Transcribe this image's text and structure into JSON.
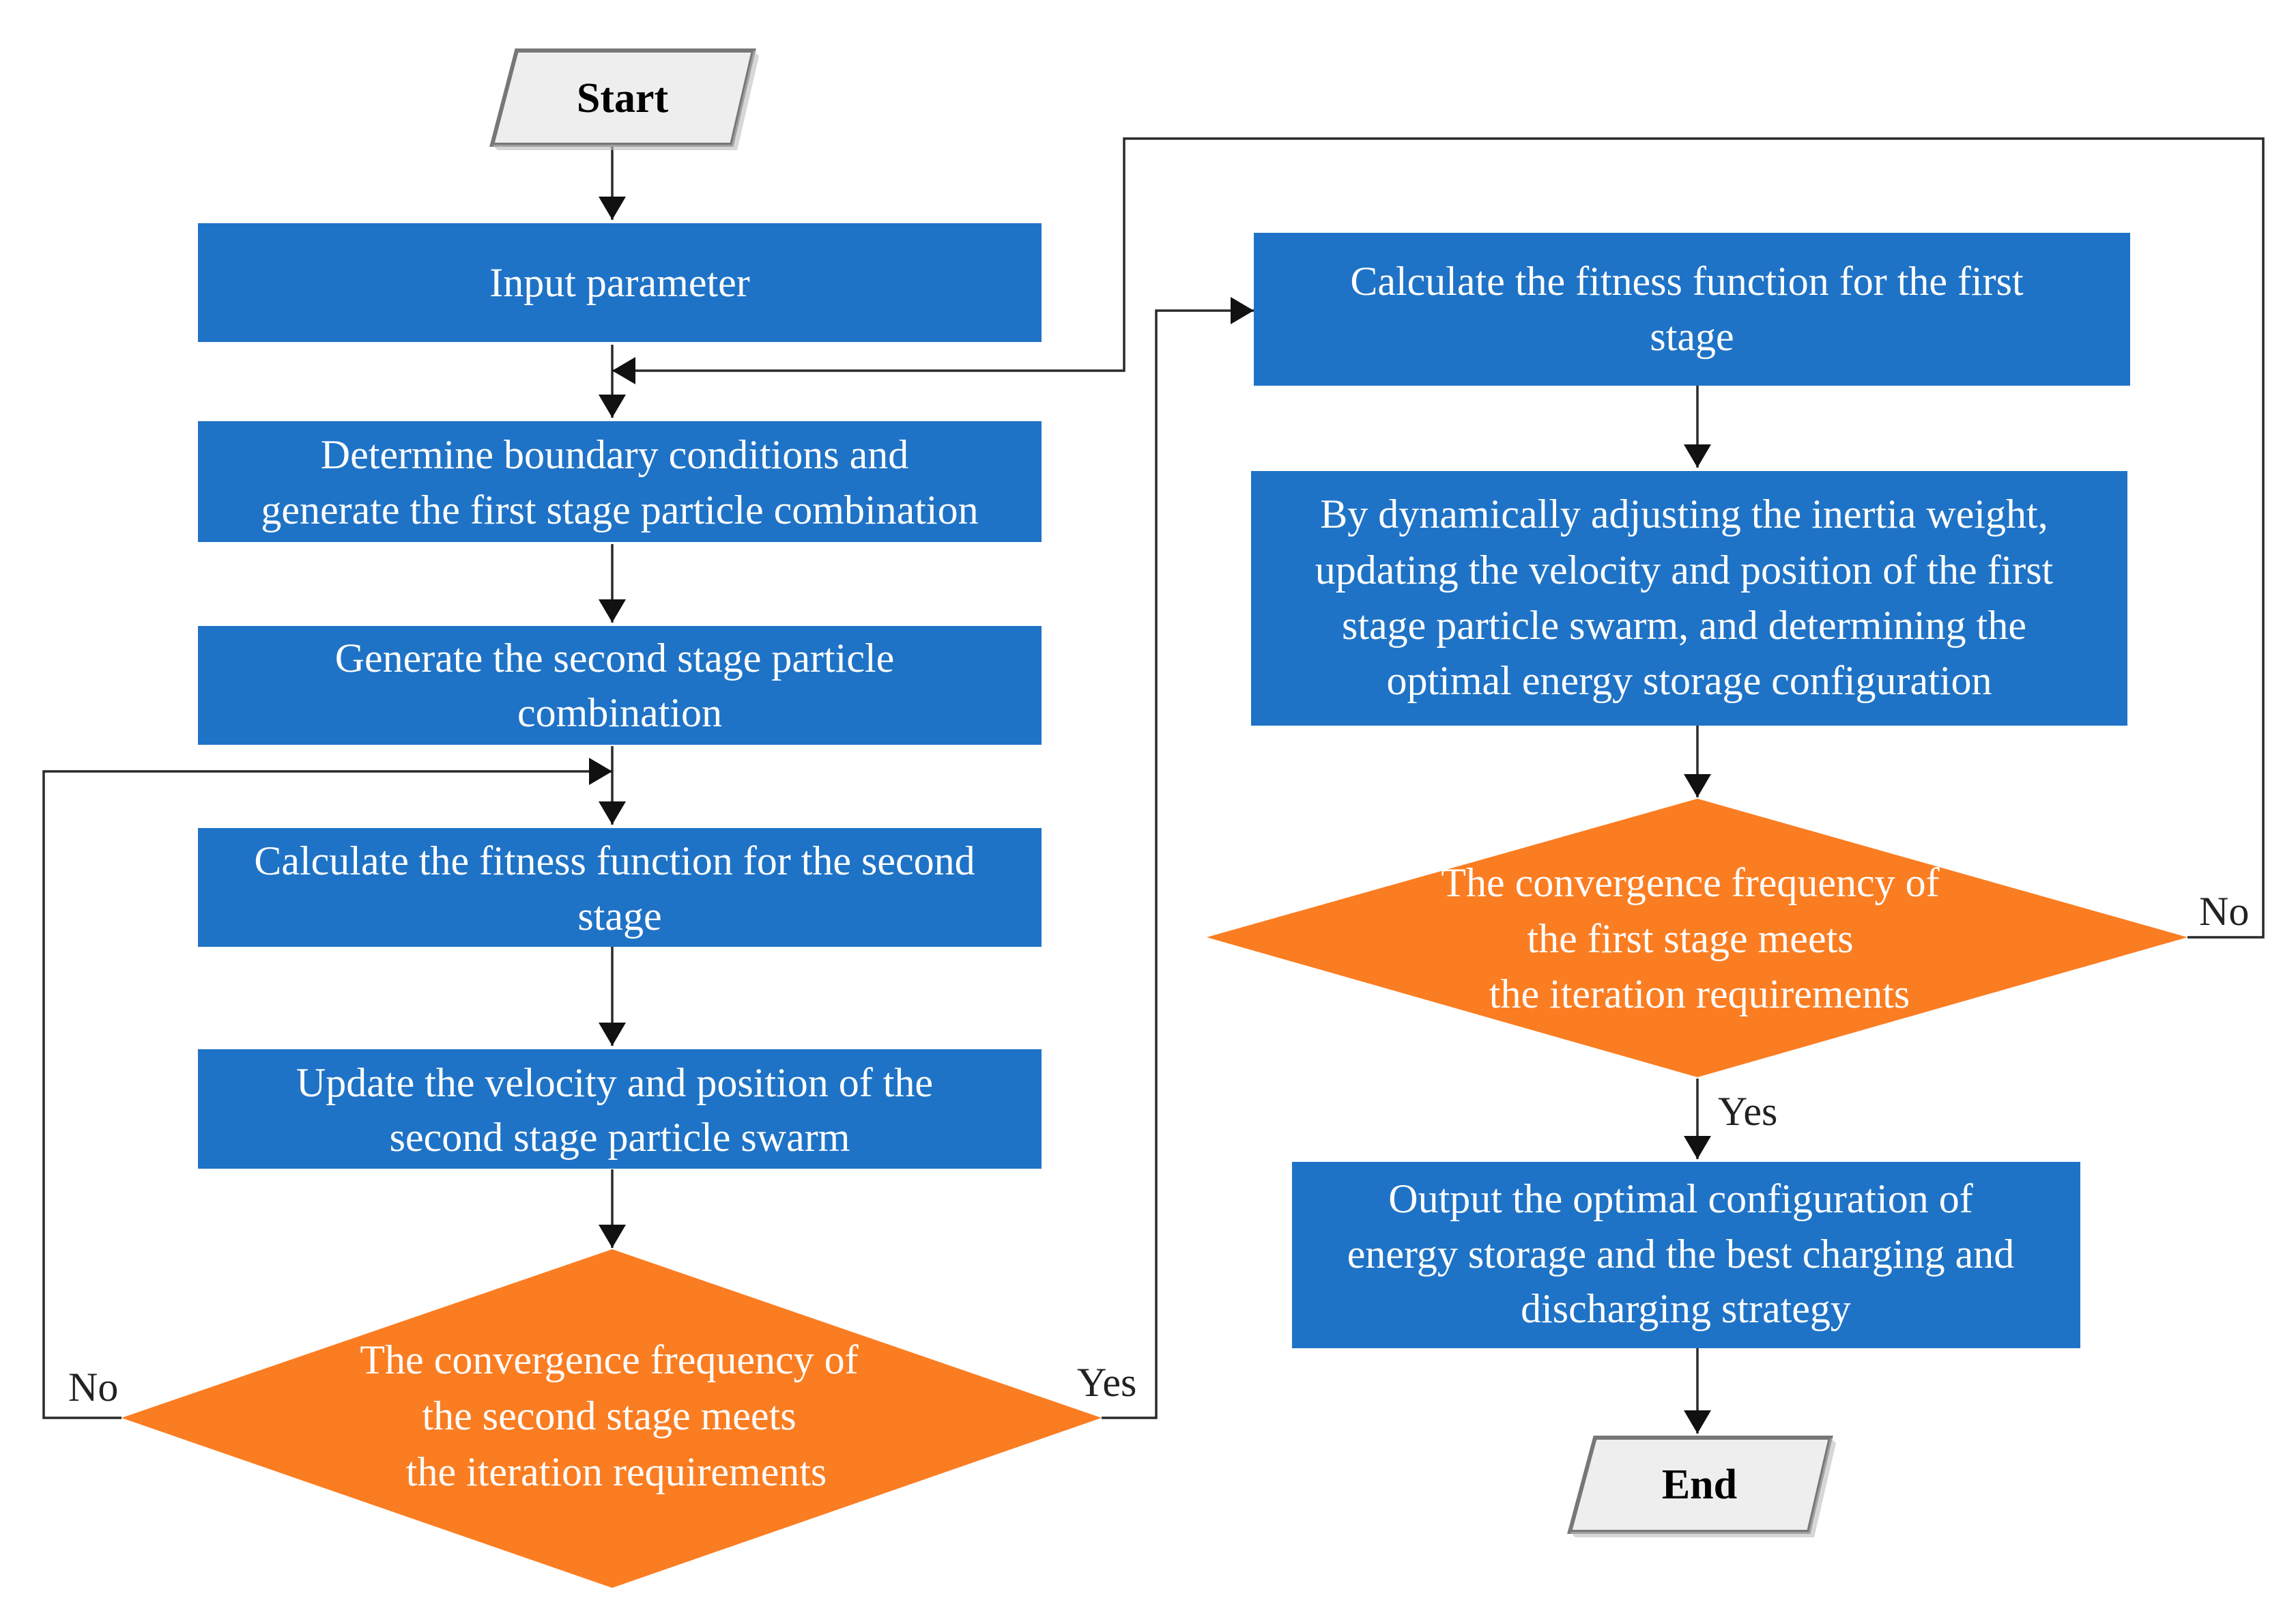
{
  "colors": {
    "process_fill": "#1f73c6",
    "decision_fill": "#fb7d22",
    "terminal_fill": "#eeeeee",
    "terminal_stroke": "#777777",
    "line": "#2a2a2a"
  },
  "nodes": {
    "start": {
      "label": "Start"
    },
    "input_parameter": {
      "lines": [
        "Input parameter"
      ]
    },
    "determine_boundary": {
      "lines": [
        "Determine boundary conditions and",
        "generate the first stage particle combination"
      ]
    },
    "generate_second": {
      "lines": [
        "Generate the second stage particle",
        "combination"
      ]
    },
    "calc_fitness_second": {
      "lines": [
        "Calculate the fitness function for the second",
        "stage"
      ]
    },
    "update_second": {
      "lines": [
        "Update the velocity and position of the",
        "second stage particle swarm"
      ]
    },
    "decision_second": {
      "lines": [
        "The convergence frequency of",
        "the second stage meets",
        "the iteration requirements"
      ]
    },
    "calc_fitness_first": {
      "lines": [
        "Calculate the fitness function for the first",
        "stage"
      ]
    },
    "adjust_inertia": {
      "lines": [
        "By dynamically adjusting the inertia weight,",
        "updating the velocity and position of the first",
        "stage particle swarm, and determining the",
        "optimal energy storage configuration"
      ]
    },
    "decision_first": {
      "lines": [
        "The convergence frequency of",
        "the first stage meets",
        "the iteration requirements"
      ]
    },
    "output_optimal": {
      "lines": [
        "Output the optimal configuration of",
        "energy storage and the best charging and",
        "discharging strategy"
      ]
    },
    "end": {
      "label": "End"
    }
  },
  "branches": {
    "second_no": "No",
    "second_yes": "Yes",
    "first_no": "No",
    "first_yes": "Yes"
  }
}
